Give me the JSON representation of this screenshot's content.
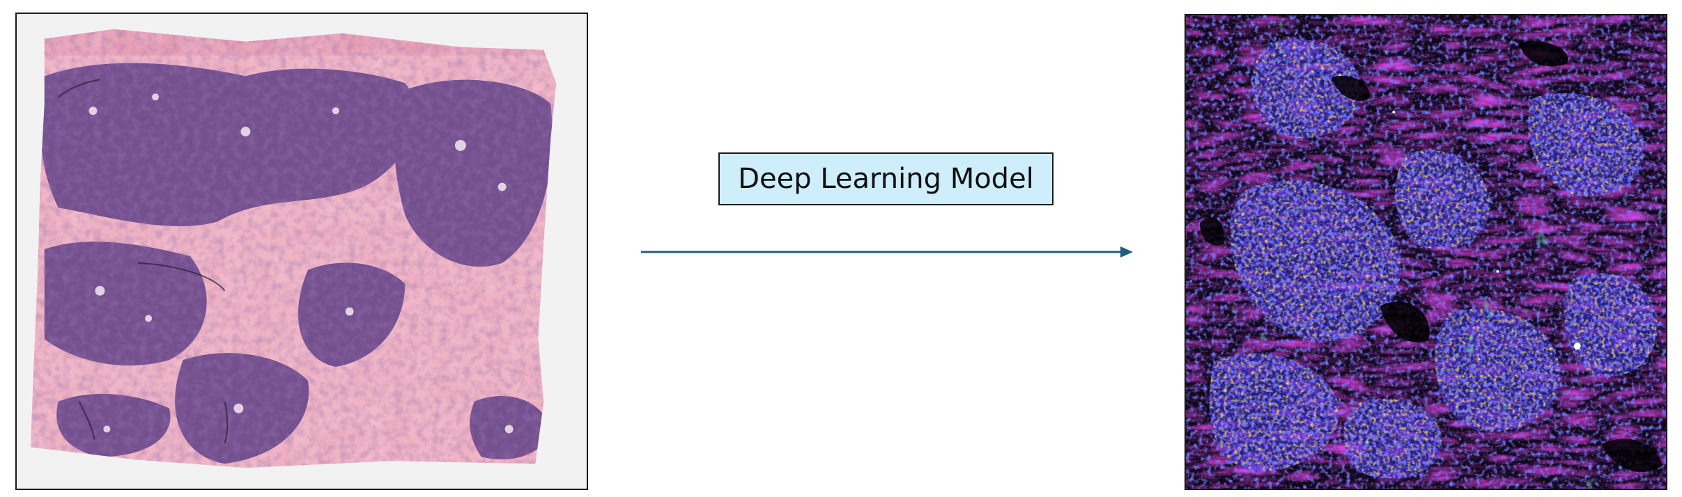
{
  "model_box": {
    "label": "Deep Learning Model",
    "fill_color": "#cdeefa"
  },
  "arrow": {
    "color": "#1f5f7a",
    "direction": "left-to-right"
  },
  "input_image": {
    "kind": "H&E stained tissue whole-slide image",
    "colors": [
      "#e6a6b8",
      "#6e4a8c",
      "#f3f2f2"
    ]
  },
  "output_image": {
    "kind": "multiplex immunofluorescence image",
    "colors": [
      "#2a2fe6",
      "#f0a020",
      "#b010b0",
      "#20d060",
      "#140a1c"
    ]
  }
}
